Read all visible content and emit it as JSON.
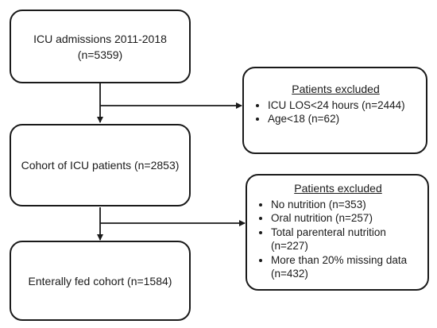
{
  "boxes": {
    "admissions": {
      "line1": "ICU admissions 2011-2018",
      "line2": "(n=5359)"
    },
    "cohort": {
      "text": "Cohort of ICU patients (n=2853)"
    },
    "enteral": {
      "text": "Enterally fed cohort (n=1584)"
    },
    "excluded1": {
      "title": "Patients excluded",
      "items": [
        "ICU LOS<24 hours (n=2444)",
        "Age<18 (n=62)"
      ]
    },
    "excluded2": {
      "title": "Patients excluded",
      "items": [
        "No nutrition (n=353)",
        "Oral nutrition (n=257)",
        "Total parenteral nutrition (n=227)",
        "More than 20% missing data (n=432)"
      ]
    }
  }
}
